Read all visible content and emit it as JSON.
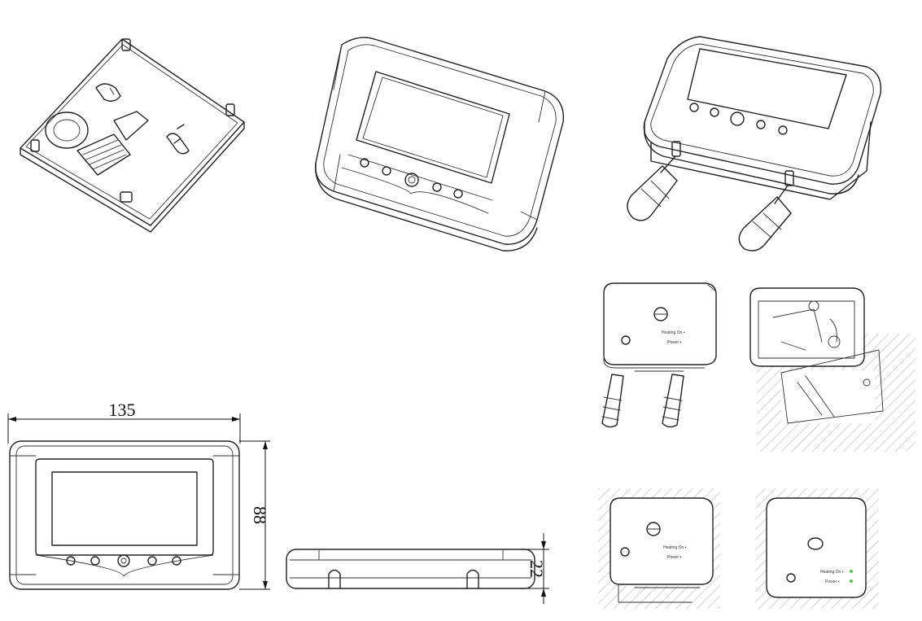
{
  "dimensions": {
    "width_label": "135",
    "height_label": "88",
    "depth_label": "22"
  },
  "receiver_labels": {
    "line1": "Heating On ▪",
    "line2": "Power ▪"
  },
  "colors": {
    "line": "#222222",
    "background": "#ffffff",
    "led": "#57c04a"
  }
}
